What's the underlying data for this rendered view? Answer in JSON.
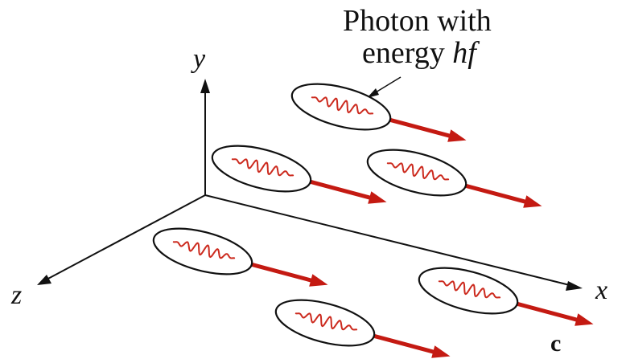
{
  "labels": {
    "photon_line1": "Photon with",
    "photon_line2_prefix": "energy ",
    "photon_line2_italic": "hf",
    "axis_x": "x",
    "axis_y": "y",
    "axis_z": "z",
    "velocity": "c"
  },
  "colors": {
    "axes": "#111111",
    "wave": "#cc2a1e",
    "velocity_arrow": "#c41a12"
  }
}
